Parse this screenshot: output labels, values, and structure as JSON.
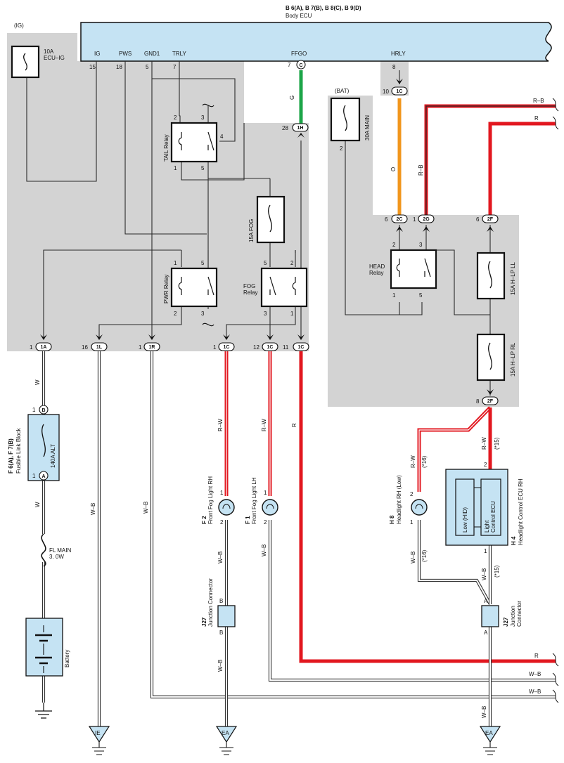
{
  "header": {
    "ecu_ref": "B 6(A), B 7(B), B 8(C), B 9(D)",
    "ecu_name": "Body ECU"
  },
  "ecu_terminals": [
    {
      "label": "IG",
      "pin": "15"
    },
    {
      "label": "PWS",
      "pin": "18"
    },
    {
      "label": "GND1",
      "pin": "5"
    },
    {
      "label": "TRLY",
      "pin": "7"
    },
    {
      "label": "FFGO",
      "pin": "7",
      "conn": "C"
    },
    {
      "label": "HRLY",
      "pin": "8"
    }
  ],
  "fuses": {
    "ig_source": "(IG)",
    "ecu_ig": "10A\nECU–IG",
    "bat_source": "(BAT)",
    "main": "30A MAIN",
    "fog": "15A FOG",
    "hlp_ll": "15A H–LP LL",
    "hlp_rl": "15A H–LP RL",
    "alt": "140A ALT",
    "fl_main": "FL MAIN\n3. 0W"
  },
  "relays": {
    "tail": "TAIL Relay",
    "pwr": "PWR Relay",
    "fog": "FOG\nRelay",
    "head": "HEAD\nRelay"
  },
  "relay_pins": {
    "tail": [
      "2",
      "3",
      "4",
      "1",
      "5"
    ],
    "pwr": [
      "1",
      "5",
      "2",
      "3"
    ],
    "fog": [
      "5",
      "2",
      "3",
      "1"
    ],
    "head": [
      "2",
      "3",
      "1",
      "5"
    ]
  },
  "junction_pins": {
    "ffgo_in": {
      "num": "28",
      "conn": "1H"
    },
    "hrly_in": {
      "num": "10",
      "conn": "1C"
    },
    "main_2": "2",
    "head_2c": {
      "num": "6",
      "conn": "2C"
    },
    "head_2g": {
      "num": "1",
      "conn": "2G"
    },
    "hlp_2f_top": {
      "num": "6",
      "conn": "2F"
    },
    "hlp_2f_bot": {
      "num": "8",
      "conn": "2F"
    },
    "bottom_row": [
      {
        "num": "1",
        "conn": "1A"
      },
      {
        "num": "16",
        "conn": "1L"
      },
      {
        "num": "1",
        "conn": "1R"
      },
      {
        "num": "1",
        "conn": "1C"
      },
      {
        "num": "12",
        "conn": "1C"
      },
      {
        "num": "11",
        "conn": "1C"
      }
    ]
  },
  "wire_colors": {
    "ffgo": "G",
    "hrly": "O",
    "head_rb": "R–B",
    "rb_right": "R–B",
    "r_right": "R",
    "w_1a": "W",
    "w_alt": "W",
    "wb_1l": "W–B",
    "wb_1r": "W–B",
    "rw_fog_rh": "R–W",
    "rw_fog_lh": "R–W",
    "r_11": "R",
    "wb_fog_rh": "W–B",
    "wb_fog_lh": "W–B",
    "wb_j27": "W–B",
    "rw_2f": "R–W",
    "rw_2f_note": "(*15)",
    "rw_hl": "R–W",
    "rw_hl_note": "(*16)",
    "wb_hl": "W–B",
    "wb_hl_note": "(*16)",
    "wb_ecu": "W–B",
    "wb_ecu_note": "(*15)",
    "r_bottom": "R",
    "wb_bottom1": "W–B",
    "wb_bottom2": "W–B",
    "wb_ground": "W–B"
  },
  "components": {
    "fusible_ref": "F 6(A), F 7(B)",
    "fusible_name": "Fusible Link Block",
    "fusible_pin_b": "B",
    "fusible_pin_a": "A",
    "fusible_num_b": "1",
    "fusible_num_a": "1",
    "battery": "Battery",
    "fog_rh_ref": "F 2",
    "fog_rh_name": "Front Fog Light RH",
    "fog_lh_ref": "F 1",
    "fog_lh_name": "Front Fog Light LH",
    "fog_pins": [
      "1",
      "2",
      "1",
      "2"
    ],
    "j27_left_ref": "J27",
    "j27_left_name": "Junction Connector",
    "j27_left_pins": [
      "B",
      "B"
    ],
    "j27_right_ref": "J27",
    "j27_right_name": "Junction\nConnector",
    "j27_right_pins": [
      "A",
      "A"
    ],
    "headlight_ref": "H 8",
    "headlight_name": "Headlight RH (Low)",
    "headlight_pins": [
      "2",
      "1"
    ],
    "hl_ecu_ref": "H 4",
    "hl_ecu_name": "Headlight Control ECU RH",
    "hl_ecu_low": "Low (HID)",
    "hl_ecu_inner": "Light\nControl ECU",
    "hl_ecu_pins": [
      "2",
      "1"
    ]
  },
  "grounds": [
    "IE",
    "EA",
    "EA"
  ]
}
